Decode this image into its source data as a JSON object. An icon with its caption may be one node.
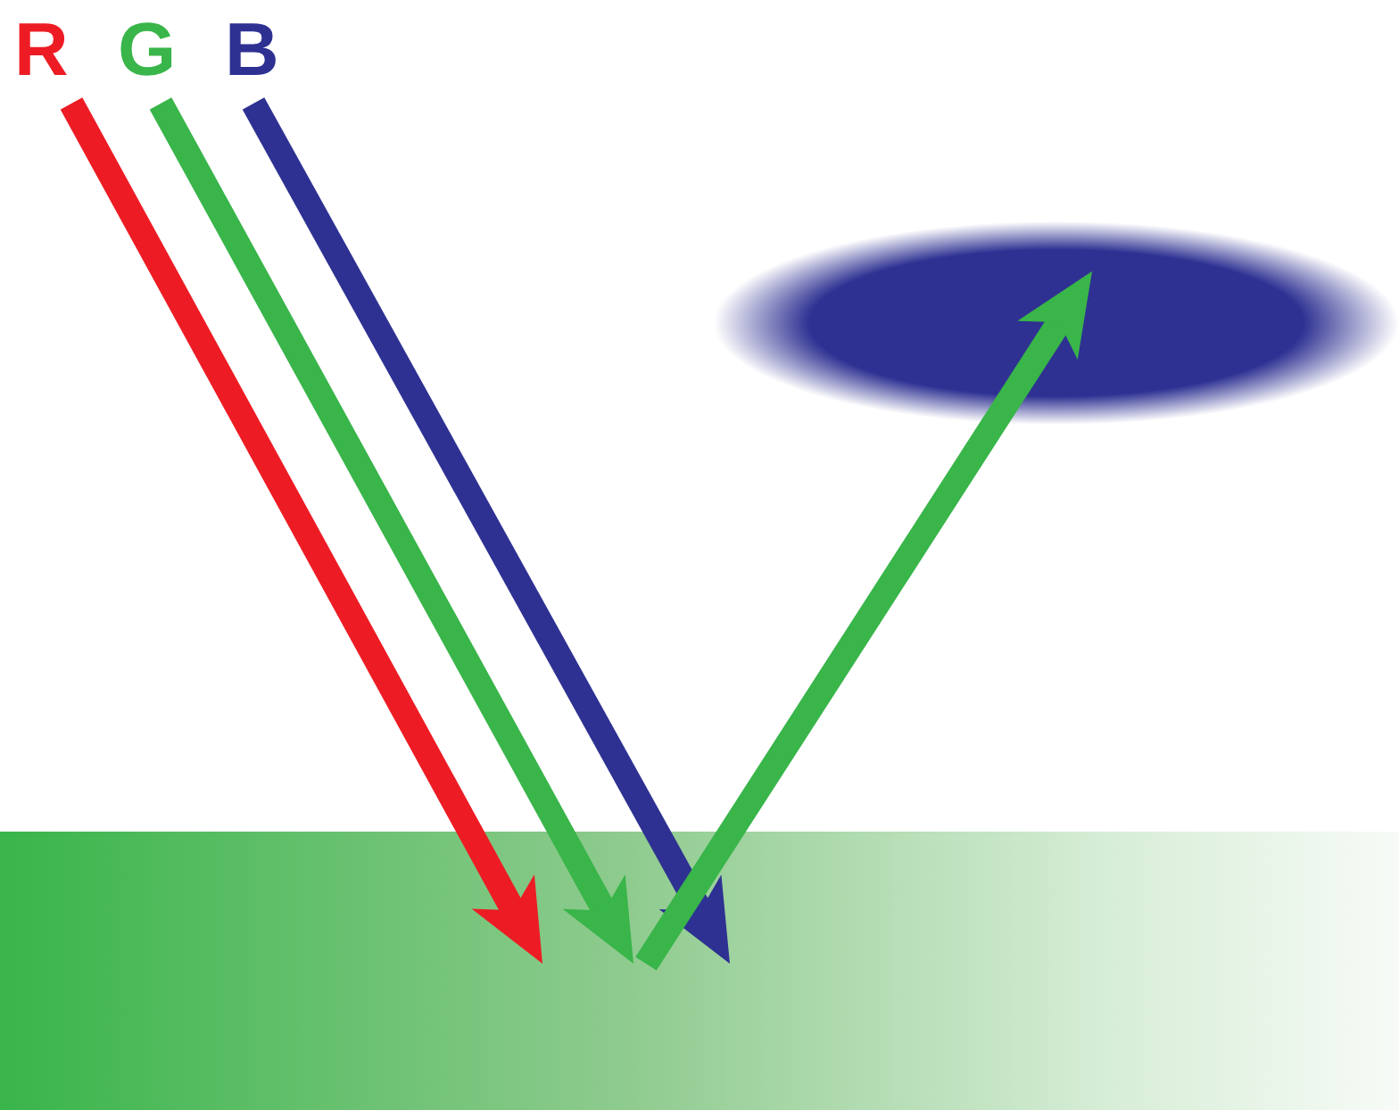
{
  "diagram": {
    "nodes": [
      {
        "text": [
          "R"
        ]
      },
      {
        "text": [
          "G"
        ]
      },
      {
        "text": [
          "B"
        ]
      },
      {
        "text": [],
        "shape": "bar"
      },
      {
        "text": [],
        "shape": "ellipse"
      }
    ],
    "edges": [
      {
        "from": 0,
        "to": 3,
        "arrow": "to",
        "color": "#ed1c24"
      },
      {
        "from": 1,
        "to": 3,
        "arrow": "to",
        "color": "#39b54a"
      },
      {
        "from": 2,
        "to": 3,
        "arrow": "to",
        "color": "#2e3192"
      },
      {
        "from": 3,
        "to": 4,
        "arrow": "to",
        "color": "#39b54a"
      }
    ]
  }
}
